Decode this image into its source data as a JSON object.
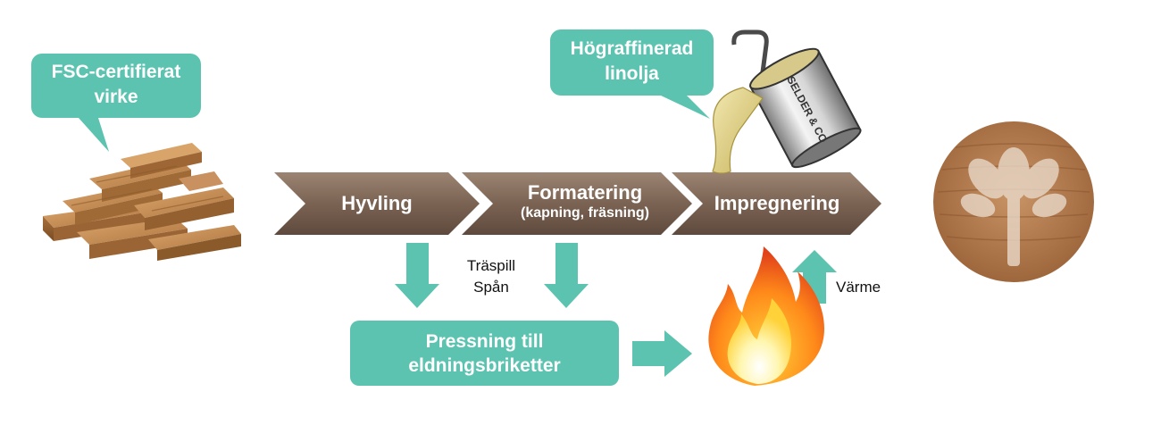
{
  "bubbles": {
    "wood": {
      "line1": "FSC-certifierat",
      "line2": "virke"
    },
    "oil": {
      "line1": "Högraffinerad",
      "line2": "linolja"
    }
  },
  "steps": [
    {
      "label": "Hyvling",
      "sub": ""
    },
    {
      "label": "Formatering",
      "sub": "(kapning, fräsning)"
    },
    {
      "label": "Impregnering",
      "sub": ""
    }
  ],
  "byproducts": {
    "line1": "Träspill",
    "line2": "Spån"
  },
  "press_box": {
    "line1": "Pressning till",
    "line2": "eldningsbriketter"
  },
  "heat_label": "Värme",
  "can_label": "SELDER & CO",
  "colors": {
    "teal": "#5cc3b0",
    "step_brown": "#7b6353",
    "wood_light": "#c28a52",
    "wood_dark": "#8a5a2b"
  },
  "icons": [
    "wood-planks-icon",
    "oil-can-icon",
    "fire-icon",
    "tree-logo-icon"
  ]
}
